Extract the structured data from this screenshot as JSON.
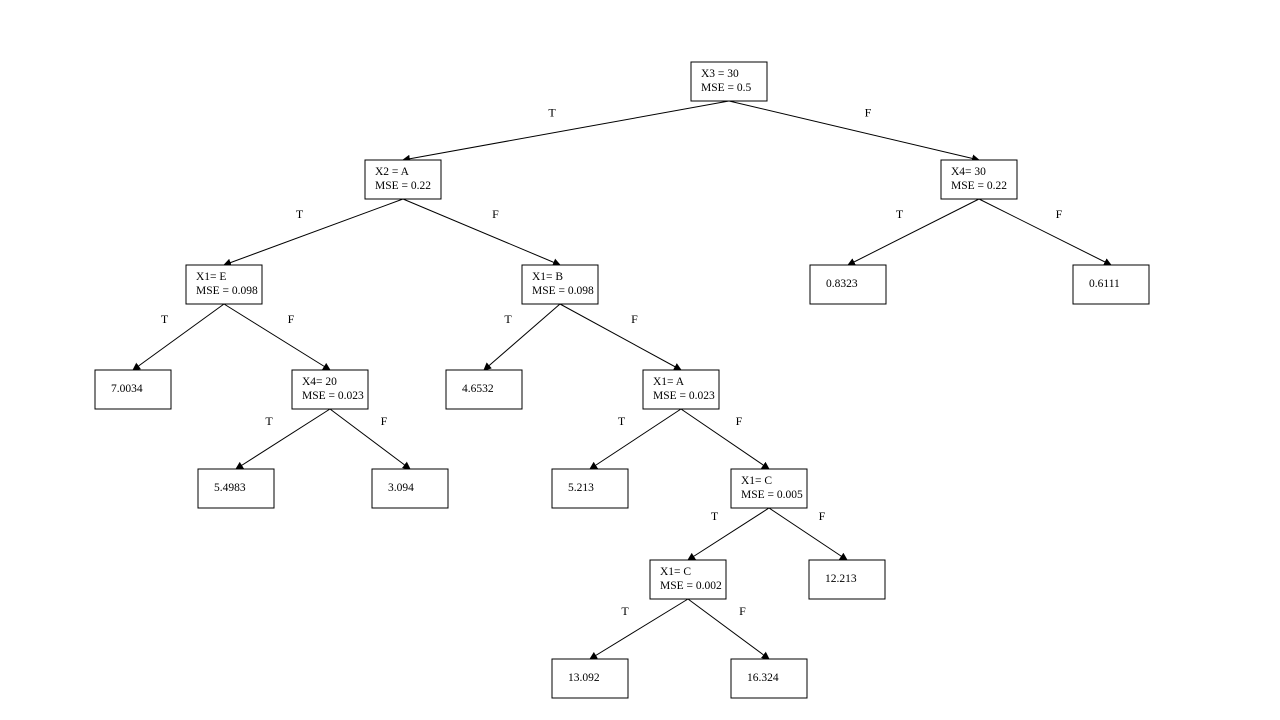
{
  "diagram": {
    "nodes": [
      {
        "id": "root",
        "lines": [
          "X3 = 30",
          "MSE = 0.5"
        ]
      },
      {
        "id": "n_x2",
        "lines": [
          "X2 = A",
          "MSE = 0.22"
        ]
      },
      {
        "id": "n_x4a",
        "lines": [
          "X4= 30",
          "MSE = 0.22"
        ]
      },
      {
        "id": "n_x1e",
        "lines": [
          "X1= E",
          "MSE = 0.098"
        ]
      },
      {
        "id": "n_x1b",
        "lines": [
          "X1= B",
          "MSE = 0.098"
        ]
      },
      {
        "id": "leaf_08323",
        "lines": [
          "0.8323"
        ]
      },
      {
        "id": "leaf_06111",
        "lines": [
          "0.6111"
        ]
      },
      {
        "id": "leaf_70034",
        "lines": [
          "7.0034"
        ]
      },
      {
        "id": "n_x4b",
        "lines": [
          "X4= 20",
          "MSE = 0.023"
        ]
      },
      {
        "id": "leaf_46532",
        "lines": [
          "4.6532"
        ]
      },
      {
        "id": "n_x1a",
        "lines": [
          "X1= A",
          "MSE = 0.023"
        ]
      },
      {
        "id": "leaf_54983",
        "lines": [
          "5.4983"
        ]
      },
      {
        "id": "leaf_3094",
        "lines": [
          "3.094"
        ]
      },
      {
        "id": "leaf_5213",
        "lines": [
          "5.213"
        ]
      },
      {
        "id": "n_x1c1",
        "lines": [
          "X1= C",
          "MSE = 0.005"
        ]
      },
      {
        "id": "n_x1c2",
        "lines": [
          "X1= C",
          "MSE = 0.002"
        ]
      },
      {
        "id": "leaf_12213",
        "lines": [
          "12.213"
        ]
      },
      {
        "id": "leaf_13092",
        "lines": [
          "13.092"
        ]
      },
      {
        "id": "leaf_16324",
        "lines": [
          "16.324"
        ]
      }
    ],
    "edges": [
      {
        "from": "root",
        "to": "n_x2",
        "label": "T"
      },
      {
        "from": "root",
        "to": "n_x4a",
        "label": "F"
      },
      {
        "from": "n_x2",
        "to": "n_x1e",
        "label": "T"
      },
      {
        "from": "n_x2",
        "to": "n_x1b",
        "label": "F"
      },
      {
        "from": "n_x4a",
        "to": "leaf_08323",
        "label": "T"
      },
      {
        "from": "n_x4a",
        "to": "leaf_06111",
        "label": "F"
      },
      {
        "from": "n_x1e",
        "to": "leaf_70034",
        "label": "T"
      },
      {
        "from": "n_x1e",
        "to": "n_x4b",
        "label": "F"
      },
      {
        "from": "n_x1b",
        "to": "leaf_46532",
        "label": "T"
      },
      {
        "from": "n_x1b",
        "to": "n_x1a",
        "label": "F"
      },
      {
        "from": "n_x4b",
        "to": "leaf_54983",
        "label": "T"
      },
      {
        "from": "n_x4b",
        "to": "leaf_3094",
        "label": "F"
      },
      {
        "from": "n_x1a",
        "to": "leaf_5213",
        "label": "T"
      },
      {
        "from": "n_x1a",
        "to": "n_x1c1",
        "label": "F"
      },
      {
        "from": "n_x1c1",
        "to": "n_x1c2",
        "label": "T"
      },
      {
        "from": "n_x1c1",
        "to": "leaf_12213",
        "label": "F"
      },
      {
        "from": "n_x1c2",
        "to": "leaf_13092",
        "label": "T"
      },
      {
        "from": "n_x1c2",
        "to": "leaf_16324",
        "label": "F"
      }
    ]
  }
}
